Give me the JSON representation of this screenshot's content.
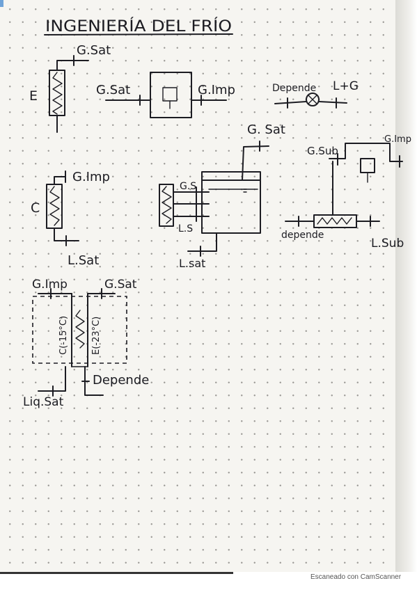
{
  "title": "INGENIERÍA DEL FRÍO",
  "evaporator": {
    "symbol": "E",
    "outlet": "G.Sat"
  },
  "compressor": {
    "inlet": "G.Sat",
    "outlet": "G.Imp"
  },
  "valve": {
    "inlet": "Depende",
    "outlet": "L+G"
  },
  "condenser": {
    "symbol": "C",
    "inlet": "G.Imp",
    "outlet": "L.Sat"
  },
  "separator": {
    "top": "G. Sat",
    "gas": "G.S",
    "liquid": "L.S",
    "bottom": "L.sat"
  },
  "subcooler": {
    "gas_in": "G.Sub",
    "gas_out": "G.Imp",
    "liquid_in": "depende",
    "liquid_out": "L.Sub"
  },
  "exchanger": {
    "top_left": "G.Imp",
    "top_right": "G.Sat",
    "left_coil": "C(-15°C)",
    "right_coil": "E(-23°C)",
    "right_out": "Depende",
    "left_out": "Liq.Sat"
  },
  "footer": "Escaneado con CamScanner"
}
